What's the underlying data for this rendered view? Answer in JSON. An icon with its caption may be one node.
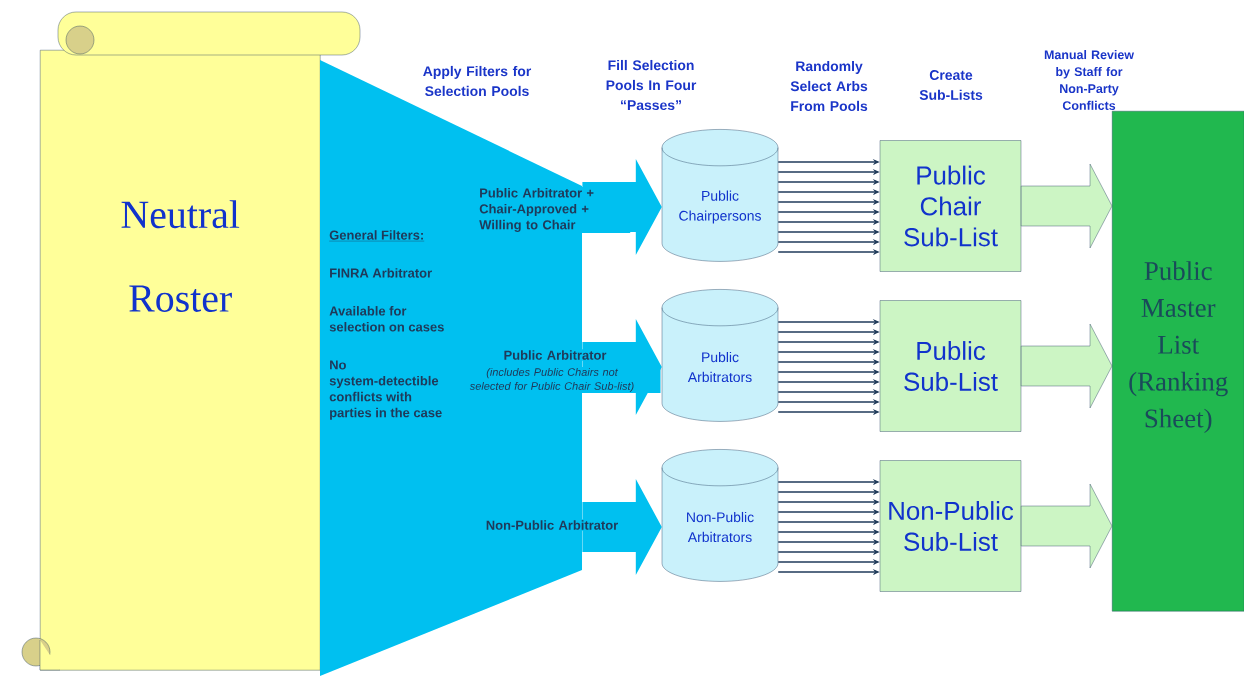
{
  "diagram": {
    "nodes": [
      {
        "text": [
          "Neutral Roster"
        ]
      },
      {
        "text": [
          "General Filters:",
          "FINRA Arbitrator",
          "Available for selection on cases",
          "No system-detectible conflicts with parties in the case"
        ]
      },
      {
        "text": [
          "Public Chairpersons"
        ]
      },
      {
        "text": [
          "Public Arbitrators"
        ]
      },
      {
        "text": [
          "Non-Public Arbitrators"
        ]
      },
      {
        "text": [
          "Public Chair Sub-List"
        ]
      },
      {
        "text": [
          "Public Sub-List"
        ]
      },
      {
        "text": [
          "Non-Public Sub-List"
        ]
      },
      {
        "text": [
          "Public Master List (Ranking Sheet)"
        ]
      }
    ],
    "edges": [
      {
        "from": 1,
        "to": 2,
        "arrow": "to",
        "label": "Public Arbitrator + Chair-Approved + Willing to Chair",
        "style": "thick",
        "color": "#00c0f0"
      },
      {
        "from": 1,
        "to": 3,
        "arrow": "to",
        "label": "Public Arbitrator",
        "style": "thick",
        "color": "#00c0f0"
      },
      {
        "from": 1,
        "to": 4,
        "arrow": "to",
        "label": "Non-Public Arbitrator",
        "style": "thick",
        "color": "#00c0f0"
      },
      {
        "from": 2,
        "to": 5,
        "arrow": "to"
      },
      {
        "from": 2,
        "to": 5,
        "arrow": "to"
      },
      {
        "from": 2,
        "to": 5,
        "arrow": "to"
      },
      {
        "from": 2,
        "to": 5,
        "arrow": "to"
      },
      {
        "from": 2,
        "to": 5,
        "arrow": "to"
      },
      {
        "from": 2,
        "to": 5,
        "arrow": "to"
      },
      {
        "from": 2,
        "to": 5,
        "arrow": "to"
      },
      {
        "from": 2,
        "to": 5,
        "arrow": "to"
      },
      {
        "from": 2,
        "to": 5,
        "arrow": "to"
      },
      {
        "from": 2,
        "to": 5,
        "arrow": "to"
      },
      {
        "from": 3,
        "to": 6,
        "arrow": "to"
      },
      {
        "from": 3,
        "to": 6,
        "arrow": "to"
      },
      {
        "from": 3,
        "to": 6,
        "arrow": "to"
      },
      {
        "from": 3,
        "to": 6,
        "arrow": "to"
      },
      {
        "from": 3,
        "to": 6,
        "arrow": "to"
      },
      {
        "from": 3,
        "to": 6,
        "arrow": "to"
      },
      {
        "from": 3,
        "to": 6,
        "arrow": "to"
      },
      {
        "from": 3,
        "to": 6,
        "arrow": "to"
      },
      {
        "from": 3,
        "to": 6,
        "arrow": "to"
      },
      {
        "from": 3,
        "to": 6,
        "arrow": "to"
      },
      {
        "from": 4,
        "to": 7,
        "arrow": "to"
      },
      {
        "from": 4,
        "to": 7,
        "arrow": "to"
      },
      {
        "from": 4,
        "to": 7,
        "arrow": "to"
      },
      {
        "from": 4,
        "to": 7,
        "arrow": "to"
      },
      {
        "from": 4,
        "to": 7,
        "arrow": "to"
      },
      {
        "from": 4,
        "to": 7,
        "arrow": "to"
      },
      {
        "from": 4,
        "to": 7,
        "arrow": "to"
      },
      {
        "from": 4,
        "to": 7,
        "arrow": "to"
      },
      {
        "from": 4,
        "to": 7,
        "arrow": "to"
      },
      {
        "from": 4,
        "to": 7,
        "arrow": "to"
      },
      {
        "from": 5,
        "to": 8,
        "arrow": "to",
        "style": "thick",
        "color": "#ccf5c4"
      },
      {
        "from": 6,
        "to": 8,
        "arrow": "to",
        "style": "thick",
        "color": "#ccf5c4"
      },
      {
        "from": 7,
        "to": 8,
        "arrow": "to",
        "style": "thick",
        "color": "#ccf5c4"
      }
    ],
    "labels": [
      "Apply Filters for Selection Pools",
      "Fill Selection Pools In Four “Passes”",
      "Randomly Select Arbs From Pools",
      "Create Sub-Lists",
      "Manual Review by Staff for Non-Party Conflicts",
      "(includes Public Chairs not selected for Public Chair Sub-list)"
    ]
  }
}
